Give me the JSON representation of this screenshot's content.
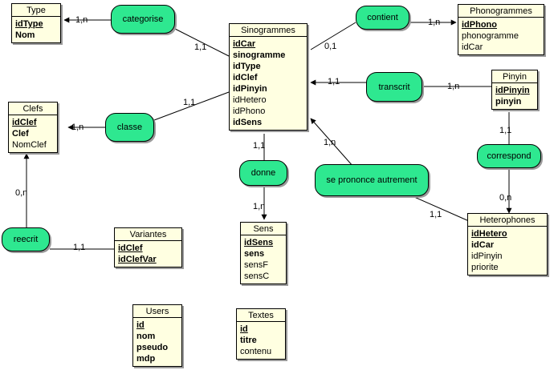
{
  "entities": {
    "type": {
      "title": "Type",
      "attrs": [
        {
          "text": "idType",
          "style": "key"
        },
        {
          "text": "Nom",
          "style": "bold"
        }
      ]
    },
    "sinogrammes": {
      "title": "Sinogrammes",
      "attrs": [
        {
          "text": "idCar",
          "style": "key"
        },
        {
          "text": "sinogramme",
          "style": "bold"
        },
        {
          "text": "idType",
          "style": "bold"
        },
        {
          "text": "idClef",
          "style": "bold"
        },
        {
          "text": "idPinyin",
          "style": "bold"
        },
        {
          "text": "idHetero",
          "style": "normal"
        },
        {
          "text": "idPhono",
          "style": "normal"
        },
        {
          "text": "idSens",
          "style": "bold"
        }
      ]
    },
    "phonogrammes": {
      "title": "Phonogrammes",
      "attrs": [
        {
          "text": "idPhono",
          "style": "key"
        },
        {
          "text": "phonogramme",
          "style": "normal"
        },
        {
          "text": "idCar",
          "style": "normal"
        }
      ]
    },
    "clefs": {
      "title": "Clefs",
      "attrs": [
        {
          "text": "idClef",
          "style": "key"
        },
        {
          "text": "Clef",
          "style": "bold"
        },
        {
          "text": "NomClef",
          "style": "normal"
        }
      ]
    },
    "pinyin": {
      "title": "Pinyin",
      "attrs": [
        {
          "text": "idPinyin",
          "style": "key"
        },
        {
          "text": "pinyin",
          "style": "bold"
        }
      ]
    },
    "variantes": {
      "title": "Variantes",
      "attrs": [
        {
          "text": "idClef",
          "style": "key"
        },
        {
          "text": "idClefVar",
          "style": "key"
        }
      ]
    },
    "sens": {
      "title": "Sens",
      "attrs": [
        {
          "text": "idSens",
          "style": "key"
        },
        {
          "text": "sens",
          "style": "bold"
        },
        {
          "text": "sensF",
          "style": "normal"
        },
        {
          "text": "sensC",
          "style": "normal"
        }
      ]
    },
    "heterophones": {
      "title": "Heterophones",
      "attrs": [
        {
          "text": "idHetero",
          "style": "key"
        },
        {
          "text": "idCar",
          "style": "bold"
        },
        {
          "text": "idPinyin",
          "style": "normal"
        },
        {
          "text": "priorite",
          "style": "normal"
        }
      ]
    },
    "users": {
      "title": "Users",
      "attrs": [
        {
          "text": "id",
          "style": "key"
        },
        {
          "text": "nom",
          "style": "bold"
        },
        {
          "text": "pseudo",
          "style": "bold"
        },
        {
          "text": "mdp",
          "style": "bold"
        }
      ]
    },
    "textes": {
      "title": "Textes",
      "attrs": [
        {
          "text": "id",
          "style": "key"
        },
        {
          "text": "titre",
          "style": "bold"
        },
        {
          "text": "contenu",
          "style": "normal"
        }
      ]
    }
  },
  "relations": {
    "categorise": "categorise",
    "contient": "contient",
    "transcrit": "transcrit",
    "classe": "classe",
    "correspond": "correspond",
    "donne": "donne",
    "se_prononce": "se prononce autrement",
    "reecrit": "reecrit"
  },
  "cardinalities": {
    "categorise_type": "1,n",
    "categorise_sino": "1,1",
    "contient_sino": "0,1",
    "contient_phono": "1,n",
    "transcrit_sino": "1,1",
    "transcrit_pinyin": "1,n",
    "classe_clefs": "1,n",
    "classe_sino": "1,1",
    "donne_sino": "1,1",
    "donne_sens": "1,n",
    "prononce_sino": "1,n",
    "prononce_hetero": "1,1",
    "correspond_pinyin": "1,1",
    "correspond_hetero": "0,n",
    "reecrit_clefs": "0,n",
    "reecrit_variantes": "1,1"
  }
}
